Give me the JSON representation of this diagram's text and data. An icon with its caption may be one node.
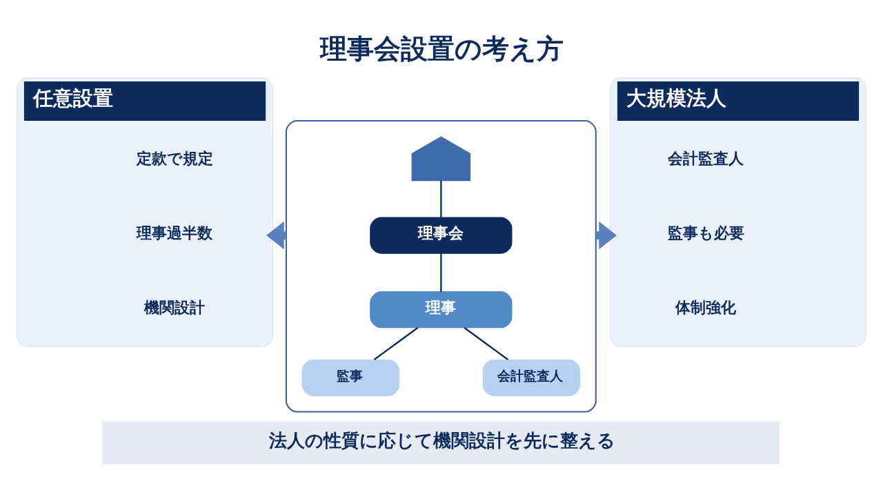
{
  "diagram": {
    "title": "理事会設置の考え方",
    "nodes": [
      {
        "text": [
          "任意設置"
        ]
      },
      {
        "text": [
          "定款で規定"
        ],
        "in": 0
      },
      {
        "text": [
          "理事過半数"
        ],
        "in": 0
      },
      {
        "text": [
          "機関設計"
        ],
        "in": 0
      },
      {
        "text": [],
        "shape": "box"
      },
      {
        "text": [],
        "shape": "picture",
        "in": 4
      },
      {
        "text": [
          "理事会"
        ],
        "in": 4
      },
      {
        "text": [
          "理事"
        ],
        "in": 4
      },
      {
        "text": [
          "監事"
        ],
        "in": 4
      },
      {
        "text": [
          "会計監査人"
        ],
        "in": 4
      },
      {
        "text": [
          "大規模法人"
        ]
      },
      {
        "text": [
          "会計監査人"
        ],
        "in": 10
      },
      {
        "text": [
          "監事も必要"
        ],
        "in": 10
      },
      {
        "text": [
          "体制強化"
        ],
        "in": 10
      },
      {
        "text": [
          "法人の性質に応じて機関設計を先に整える"
        ]
      }
    ],
    "edges": [
      {
        "from": 4,
        "to": 0,
        "arrow": "to",
        "style": "thick",
        "color": "#5a80bd"
      },
      {
        "from": 4,
        "to": 10,
        "arrow": "to",
        "style": "thick",
        "color": "#5a80bd"
      },
      {
        "from": 5,
        "to": 6,
        "arrow": "none"
      },
      {
        "from": 6,
        "to": 7,
        "arrow": "none"
      },
      {
        "from": 7,
        "to": 8,
        "arrow": "none"
      },
      {
        "from": 7,
        "to": 9,
        "arrow": "none"
      }
    ]
  }
}
